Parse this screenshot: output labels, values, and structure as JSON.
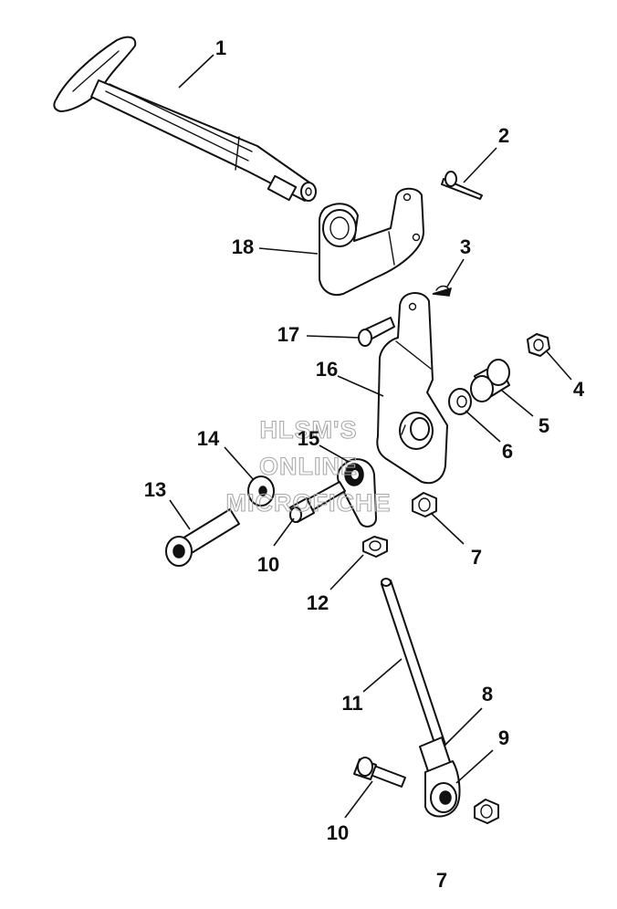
{
  "callouts": [
    "1",
    "2",
    "3",
    "4",
    "5",
    "6",
    "7",
    "7",
    "8",
    "9",
    "10",
    "10",
    "11",
    "12",
    "13",
    "14",
    "15",
    "16",
    "17",
    "18"
  ],
  "watermark": [
    "HLSM'S",
    "ONLINE",
    "MICROFICHE"
  ],
  "colors": {
    "line": "#111111",
    "watermark": "#aaaaaa",
    "background": "#ffffff"
  }
}
